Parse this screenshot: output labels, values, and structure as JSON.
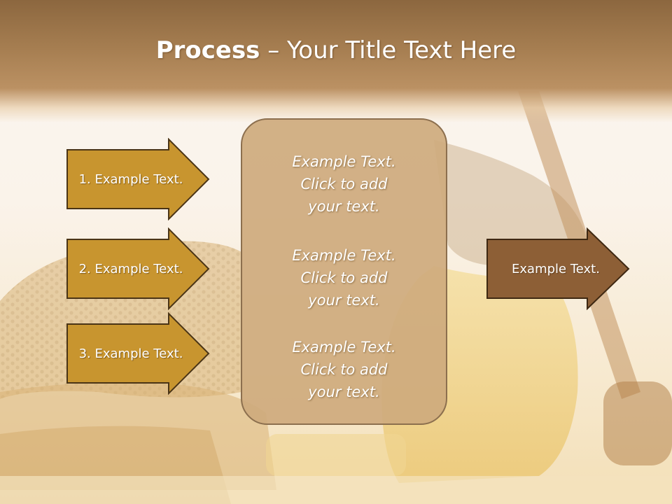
{
  "title": {
    "bold": "Process",
    "rest": " – Your Title Text Here"
  },
  "steps": [
    {
      "label": "1. Example Text."
    },
    {
      "label": "2. Example Text."
    },
    {
      "label": "3. Example Text."
    }
  ],
  "center": {
    "blocks": [
      {
        "line1": "Example Text.",
        "line2": "Click  to add",
        "line3": "your text."
      },
      {
        "line1": "Example Text.",
        "line2": "Click  to add",
        "line3": "your text."
      },
      {
        "line1": "Example Text.",
        "line2": "Click  to add",
        "line3": "your text."
      }
    ]
  },
  "result": {
    "label": "Example Text."
  },
  "colors": {
    "step_arrow_fill": "#c8952f",
    "step_arrow_stroke": "#4a3416",
    "result_arrow_fill": "#8d5f36",
    "center_box_fill": "#cfaa7d",
    "title_band": "#a67e51"
  }
}
